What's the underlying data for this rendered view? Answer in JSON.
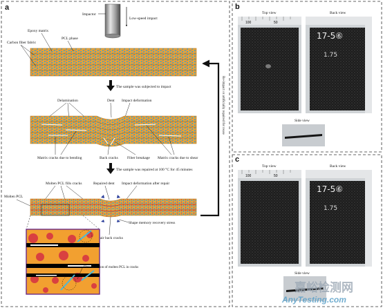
{
  "panels": {
    "a": "a",
    "b": "b",
    "c": "c"
  },
  "schematic": {
    "impactor": "Impactor",
    "low_speed_impact": "Low-speed impact",
    "epoxy_matrix": "Epoxy matrix",
    "pcl_phase": "PCL phase",
    "carbon_fiber_fabric": "Carbon fiber fabric",
    "step_impact": "The sample was subjected to impact",
    "delamination": "Delamination",
    "dent": "Dent",
    "impact_deformation": "Impact deformation",
    "matrix_cracks_bending": "Matrix cracks due to bending",
    "back_cracks": "Back cracks",
    "fiber_breakage": "Fiber breakage",
    "matrix_cracks_shear": "Matrix cracks due to shear",
    "step_repair": "The sample was repaired at 100 °C for 45 minutes",
    "molten_pcl_fills": "Molten PCL fills cracks",
    "repaired_dent": "Repaired dent",
    "deformation_after_repair": "Impact deformation after repair",
    "molten_pcl": "Molten PCL",
    "shape_memory_stress": "Shape memory recovery stress",
    "repair_back_cracks": "Repair back cracks",
    "flow_direction": "Flow direction of molten PCL in cracks",
    "loop_label": "Re-impact or artificially repaired for reuse"
  },
  "photos": {
    "b_top": "Top view",
    "b_back": "Back view",
    "b_side": "Side view",
    "c_top": "Top view",
    "c_back": "Back view",
    "c_side": "Side view",
    "ruler_100": "100",
    "ruler_50": "50",
    "handwriting_1": "17-5⑥",
    "handwriting_2": "1.75"
  },
  "watermark": {
    "cn": "嘉峪检测网",
    "url": "AnyTesting.com"
  },
  "colors": {
    "matrix": "#e8a33a",
    "fiber": "#3a9fc9",
    "pcl": "#d94a3a",
    "plate": "#1e1e1e"
  }
}
